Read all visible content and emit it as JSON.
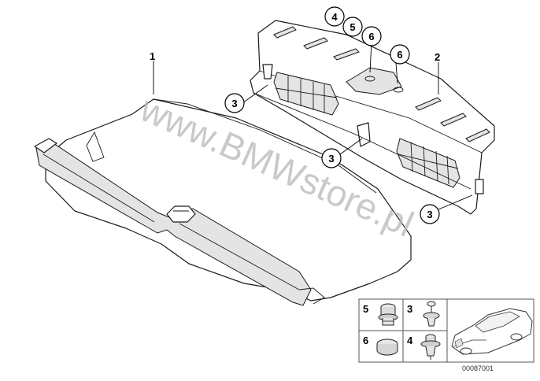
{
  "watermark": "www.BMWstore.pl",
  "labels": {
    "part1": "1",
    "part2": "2",
    "clip3": "3",
    "clip4": "4",
    "clip5": "5",
    "clip6": "6"
  },
  "legend": {
    "cells": [
      {
        "number": "5",
        "part": "round-plug"
      },
      {
        "number": "3",
        "part": "expanding-rivet"
      },
      {
        "number": "6",
        "part": "flat-cap"
      },
      {
        "number": "4",
        "part": "push-clip"
      }
    ],
    "thumbnail": "car-sedan-icon"
  },
  "catalog_code": "00087001"
}
